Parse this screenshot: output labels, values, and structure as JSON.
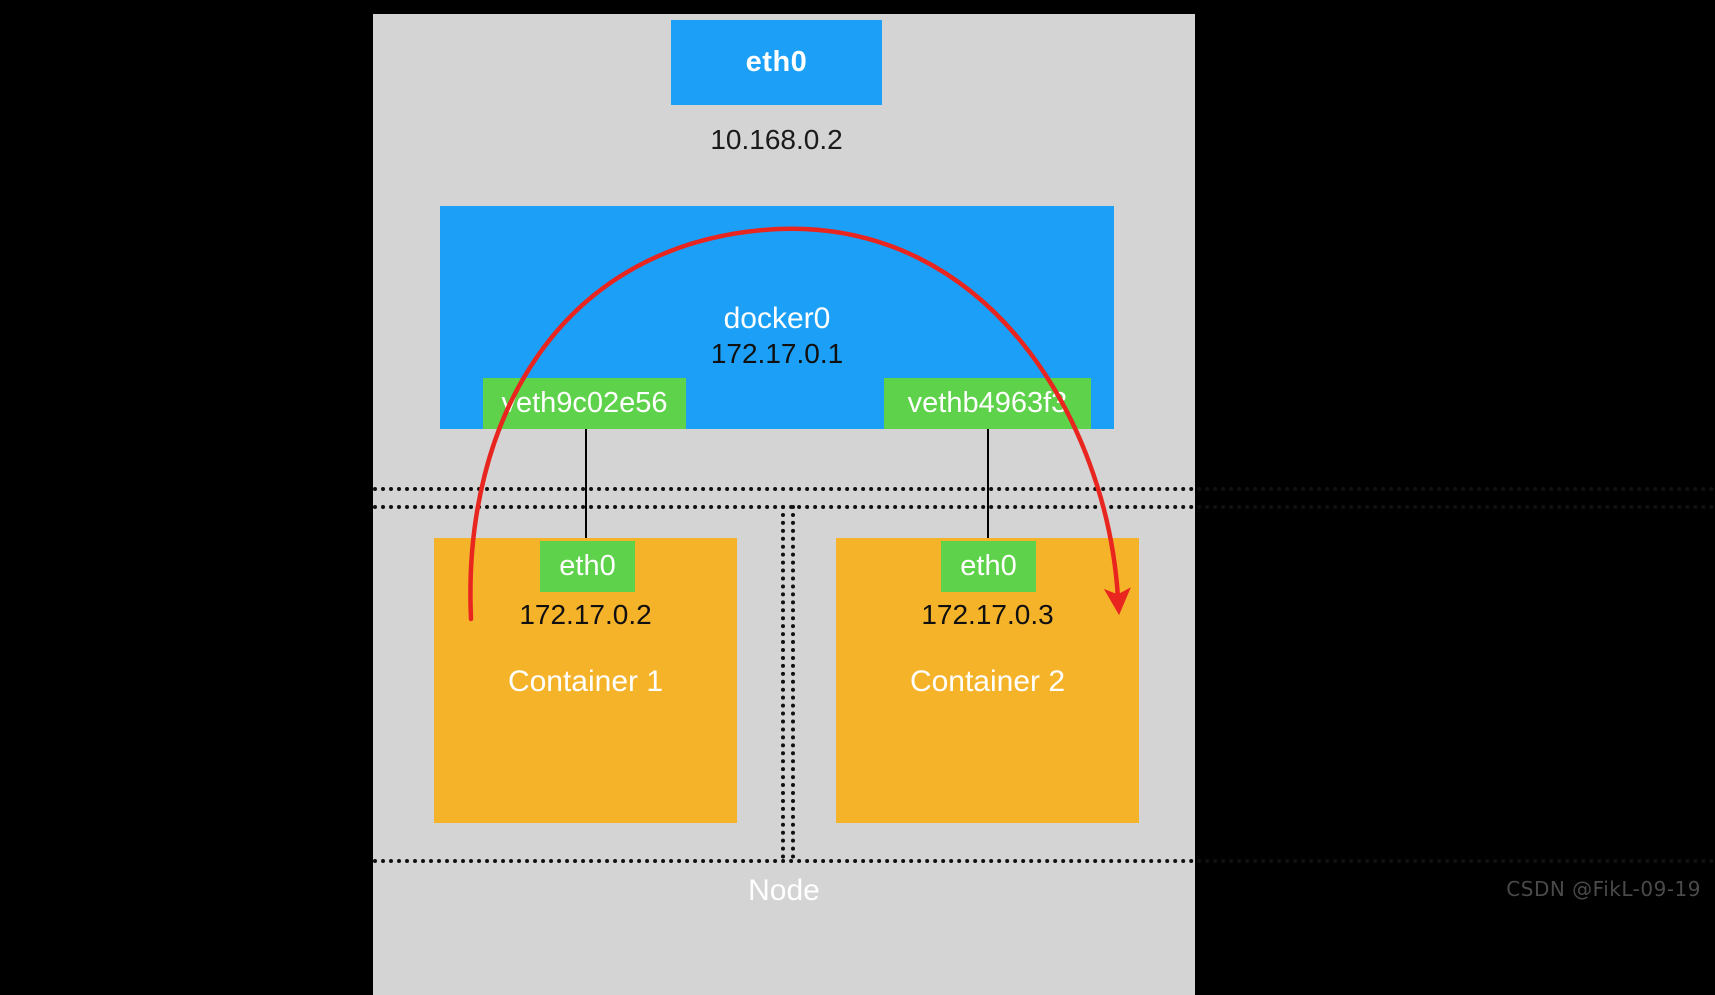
{
  "diagram": {
    "node": {
      "label": "Node"
    },
    "host_interface": {
      "name": "eth0",
      "ip": "10.168.0.2"
    },
    "bridge": {
      "name": "docker0",
      "ip": "172.17.0.1",
      "veth_pairs": [
        {
          "name": "veth9c02e56"
        },
        {
          "name": "vethb4963f3"
        }
      ]
    },
    "containers": [
      {
        "name": "Container 1",
        "interface": "eth0",
        "ip": "172.17.0.2"
      },
      {
        "name": "Container  2",
        "interface": "eth0",
        "ip": "172.17.0.3"
      }
    ],
    "traffic_flow": {
      "description": "red-arc-arrow",
      "color": "#e8251f"
    },
    "colors": {
      "node_background": "#d4d4d4",
      "interface_blue": "#1ca0f7",
      "veth_green": "#5ed24a",
      "container_orange": "#f5b32a",
      "arrow_red": "#e8251f",
      "canvas_black": "#000000"
    }
  },
  "watermark": {
    "text": "CSDN @FikL-09-19"
  }
}
